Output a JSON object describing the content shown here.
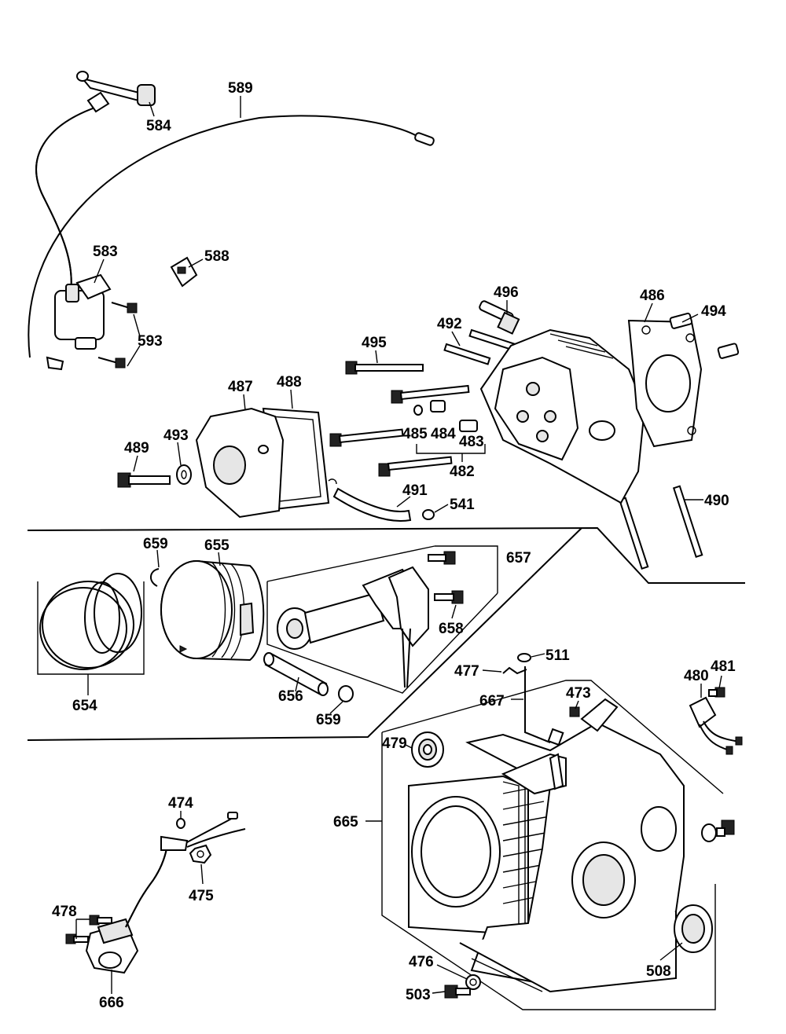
{
  "labels": {
    "l584": "584",
    "l589": "589",
    "l583": "583",
    "l588": "588",
    "l593": "593",
    "l496": "496",
    "l486": "486",
    "l494": "494",
    "l492": "492",
    "l495": "495",
    "l487": "487",
    "l488": "488",
    "l489": "489",
    "l493": "493",
    "l485": "485",
    "l484": "484",
    "l483": "483",
    "l482": "482",
    "l491": "491",
    "l541": "541",
    "l490": "490",
    "l659a": "659",
    "l655": "655",
    "l657": "657",
    "l658": "658",
    "l654": "654",
    "l656": "656",
    "l659b": "659",
    "l511": "511",
    "l477": "477",
    "l667": "667",
    "l473": "473",
    "l480": "480",
    "l481": "481",
    "l479": "479",
    "l665": "665",
    "l474": "474",
    "l475": "475",
    "l478": "478",
    "l666": "666",
    "l476": "476",
    "l503": "503",
    "l508": "508"
  }
}
